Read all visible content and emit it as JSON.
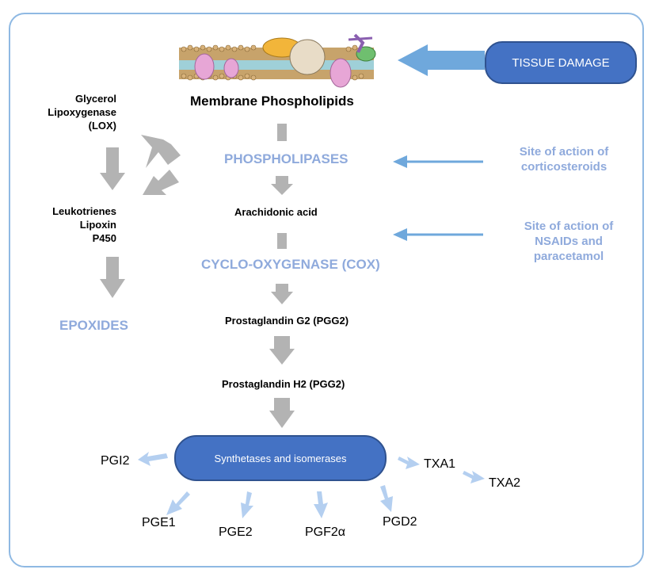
{
  "membrane": {
    "label": "Membrane Phospholipids"
  },
  "tissue_damage": {
    "label": "TISSUE DAMAGE"
  },
  "enzymes": {
    "phospholipases": "PHOSPHOLIPASES",
    "cox": "CYCLO-OXYGENASE (COX)",
    "epoxides": "EPOXIDES"
  },
  "lox_pathway": {
    "enzyme_lines": [
      "Glycerol",
      "Lipoxygenase",
      "(LOX)"
    ],
    "product_lines": [
      "Leukotrienes",
      "Lipoxin",
      "P450"
    ]
  },
  "drug_sites": {
    "corticosteroids_lines": [
      "Site of action of",
      "corticosteroids"
    ],
    "nsaids_lines": [
      "Site of action of",
      "NSAIDs and",
      "paracetamol"
    ]
  },
  "intermediates": {
    "arachidonic": "Arachidonic acid",
    "pgg2": "Prostaglandin G2 (PGG2)",
    "pgh2": "Prostaglandin H2 (PGG2)"
  },
  "synthetases": {
    "label": "Synthetases and isomerases"
  },
  "products": {
    "pgi2": "PGI2",
    "pge1": "PGE1",
    "pge2": "PGE2",
    "pgf2a": "PGF2α",
    "pgd2": "PGD2",
    "txa1": "TXA1",
    "txa2": "TXA2"
  },
  "colors": {
    "arrow_gray": "#b3b3b3",
    "arrow_blue": "#6fa8dc",
    "arrow_light_blue": "#b4cff0",
    "pill_fill": "#4472c4",
    "enzyme_text": "#8faadc"
  }
}
